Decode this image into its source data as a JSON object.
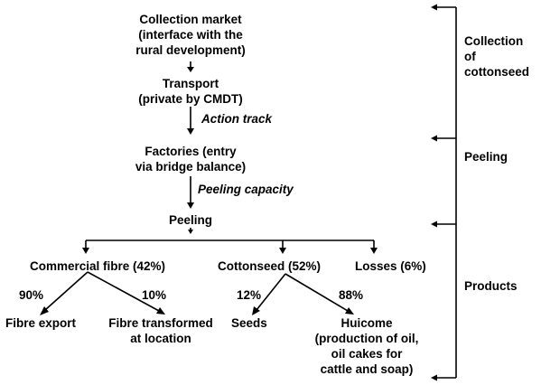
{
  "flow": {
    "collection_market": "Collection market\n(interface with the\nrural development)",
    "transport": "Transport\n(private by CMDT)",
    "action_track": "Action track",
    "factories": "Factories (entry\nvia bridge balance)",
    "peeling_capacity": "Peeling capacity",
    "peeling": "Peeling",
    "commercial_fibre": "Commercial fibre (42%)",
    "cottonseed": "Cottonseed (52%)",
    "losses": "Losses (6%)",
    "pct_90": "90%",
    "pct_10": "10%",
    "pct_12": "12%",
    "pct_88": "88%",
    "fibre_export": "Fibre export",
    "fibre_transformed": "Fibre transformed\nat location",
    "seeds": "Seeds",
    "huicome": "Huicome\n(production of oil,\noil cakes for\ncattle and soap)"
  },
  "stages": {
    "collection": "Collection\nof\ncottonseed",
    "peeling": "Peeling",
    "products": "Products"
  }
}
